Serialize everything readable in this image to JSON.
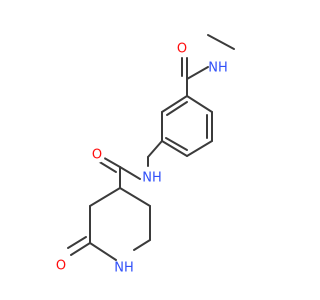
{
  "structure": {
    "atoms": [
      {
        "id": "O1",
        "label": "O",
        "color": "#ff0d0d"
      },
      {
        "id": "N1",
        "label": "NH",
        "color": "#3050f8"
      },
      {
        "id": "O2",
        "label": "O",
        "color": "#ff0d0d"
      },
      {
        "id": "N2",
        "label": "NH",
        "color": "#3050f8"
      },
      {
        "id": "O3",
        "label": "O",
        "color": "#ff0d0d"
      },
      {
        "id": "N3",
        "label": "NH",
        "color": "#3050f8"
      }
    ]
  },
  "colors": {
    "bond": "#3b3b3b",
    "oxygen": "#ff0d0d",
    "nitrogen": "#3050f8"
  }
}
